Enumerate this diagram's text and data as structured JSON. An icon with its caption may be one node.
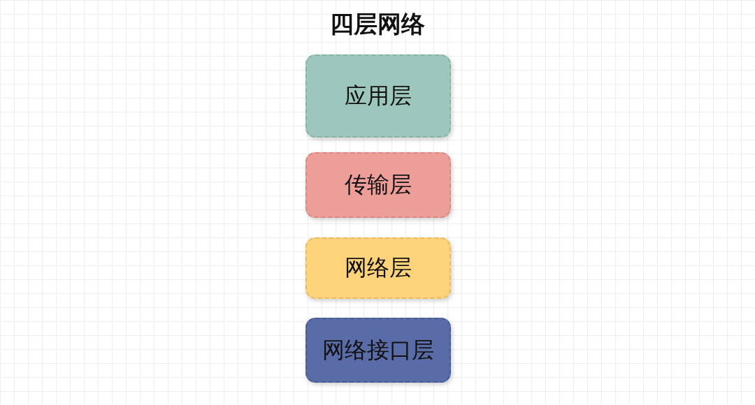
{
  "diagram": {
    "title": "四层网络",
    "nodes": [
      {
        "text": [
          "应用层"
        ]
      },
      {
        "text": [
          "传输层"
        ]
      },
      {
        "text": [
          "网络层"
        ]
      },
      {
        "text": [
          "网络接口层"
        ]
      }
    ]
  }
}
